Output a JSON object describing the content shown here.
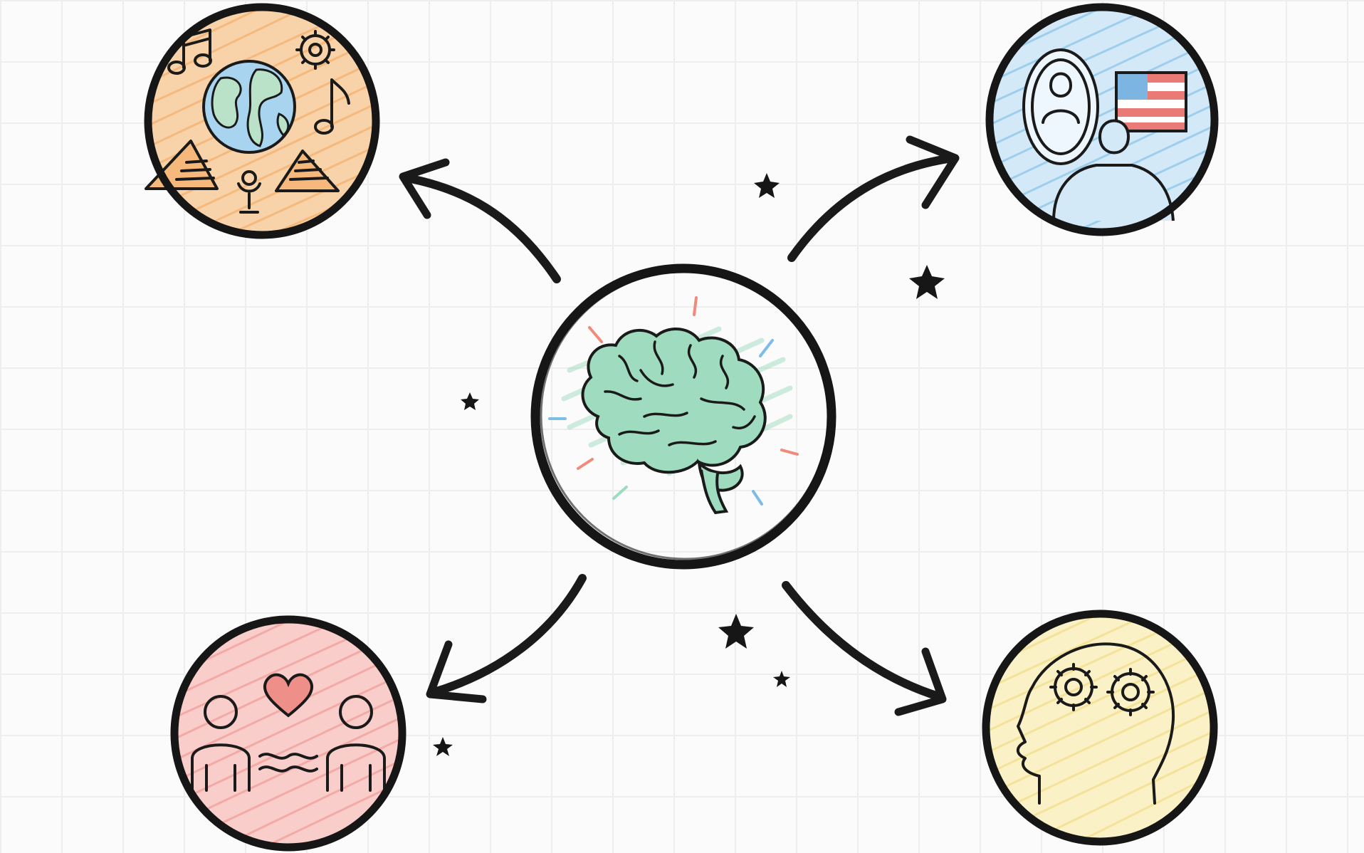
{
  "diagram": {
    "center": {
      "topic": "brain-icon",
      "fill": "#9fdcbf"
    },
    "nodes": [
      {
        "id": "culture",
        "icon": "world-culture-icon",
        "fill": "#f7b97b",
        "hatch": "#f3a45a"
      },
      {
        "id": "identity",
        "icon": "mirror-identity-icon",
        "fill": "#a9d4f0",
        "hatch": "#7cbde6"
      },
      {
        "id": "relationships",
        "icon": "relationship-heart-icon",
        "fill": "#f4aeaa",
        "hatch": "#ef8f89"
      },
      {
        "id": "cognition",
        "icon": "mind-gears-icon",
        "fill": "#f8e8a6",
        "hatch": "#f1d97a"
      }
    ],
    "accent_colors": [
      "#f08a7a",
      "#7cbde6",
      "#9fdcbf"
    ],
    "flag_colors": {
      "stripe": "#e97a76",
      "canton": "#7cb4e2"
    }
  }
}
